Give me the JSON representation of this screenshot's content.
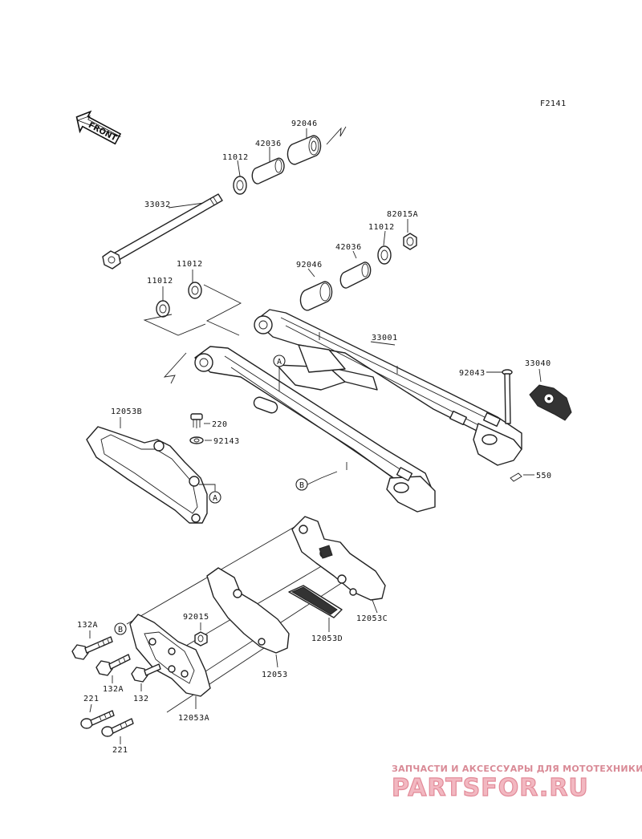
{
  "diagram_code": "F2141",
  "front_label": "FRONT",
  "part_numbers": {
    "p92046_top": "92046",
    "p42036_top": "42036",
    "p11012_top": "11012",
    "p33032": "33032",
    "p82015A": "82015A",
    "p11012_right": "11012",
    "p42036_right": "42036",
    "p92046_right": "92046",
    "p11012_mid": "11012",
    "p11012_left": "11012",
    "p33001": "33001",
    "p92043": "92043",
    "p33040": "33040",
    "p12053B": "12053B",
    "p220": "220",
    "p92143": "92143",
    "p550": "550",
    "p92015": "92015",
    "p132A_top": "132A",
    "p132A_mid": "132A",
    "p132": "132",
    "p12053": "12053",
    "p12053D": "12053D",
    "p12053C": "12053C",
    "p12053A": "12053A",
    "p221_top": "221",
    "p221_bot": "221"
  },
  "callouts": {
    "a1": "A",
    "a2": "A",
    "b1": "B",
    "b2": "B"
  },
  "watermark": {
    "tagline": "ЗАПЧАСТИ И АКСЕССУАРЫ ДЛЯ МОТОТЕХНИКИ",
    "logo": "PARTSFOR.RU"
  }
}
